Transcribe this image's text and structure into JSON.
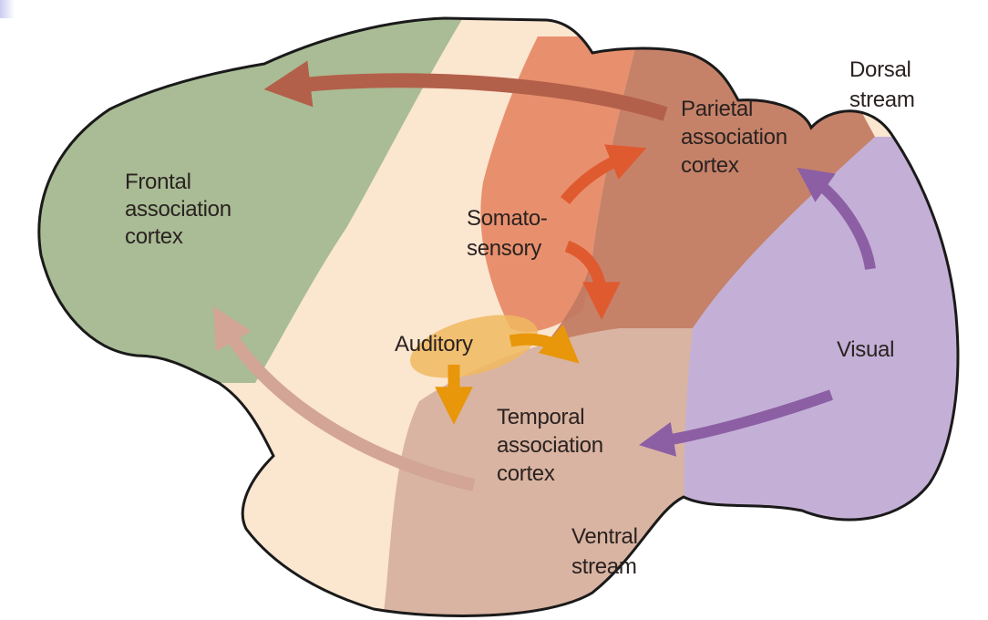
{
  "diagram": {
    "title": "Cortical association streams (lateral view of the brain)",
    "regions": {
      "frontal": {
        "lines": [
          "Frontal",
          "association",
          "cortex"
        ],
        "color": "#a9bc95"
      },
      "premotor": {
        "color": "#fbe6d0"
      },
      "somatosensory": {
        "lines": [
          "Somato-",
          "sensory"
        ],
        "color": "#e8906e"
      },
      "parietal": {
        "lines": [
          "Parietal",
          "association",
          "cortex"
        ],
        "color": "#c07a60"
      },
      "auditory": {
        "lines": [
          "Auditory"
        ],
        "color": "#f0b860"
      },
      "temporal": {
        "lines": [
          "Temporal",
          "association",
          "cortex"
        ],
        "color": "#d9b4a2"
      },
      "visual": {
        "lines": [
          "Visual"
        ],
        "color": "#c4b0d6"
      }
    },
    "streams": {
      "dorsal": {
        "lines": [
          "Dorsal",
          "stream"
        ]
      },
      "ventral": {
        "lines": [
          "Ventral",
          "stream"
        ]
      }
    },
    "arrows": [
      {
        "id": "parietal-to-frontal",
        "from": "Parietal association cortex",
        "to": "Frontal association cortex",
        "color": "#b3604a"
      },
      {
        "id": "temporal-to-frontal",
        "from": "Temporal association cortex",
        "to": "Frontal association cortex",
        "color": "#d2a596"
      },
      {
        "id": "somato-to-parietal",
        "from": "Somatosensory",
        "to": "Parietal association cortex",
        "color": "#e05a30"
      },
      {
        "id": "somato-to-temporal",
        "from": "Somatosensory",
        "to": "Temporal association cortex",
        "color": "#e05a30"
      },
      {
        "id": "auditory-to-parietal",
        "from": "Auditory",
        "to": "Parietal/temporal cortex",
        "color": "#e8960a"
      },
      {
        "id": "auditory-to-temporal",
        "from": "Auditory",
        "to": "Temporal association cortex",
        "color": "#e8960a"
      },
      {
        "id": "visual-to-parietal",
        "from": "Visual",
        "to": "Parietal association cortex",
        "color": "#8c5fa4"
      },
      {
        "id": "visual-to-temporal",
        "from": "Visual",
        "to": "Temporal association cortex",
        "color": "#8c5fa4"
      }
    ]
  }
}
